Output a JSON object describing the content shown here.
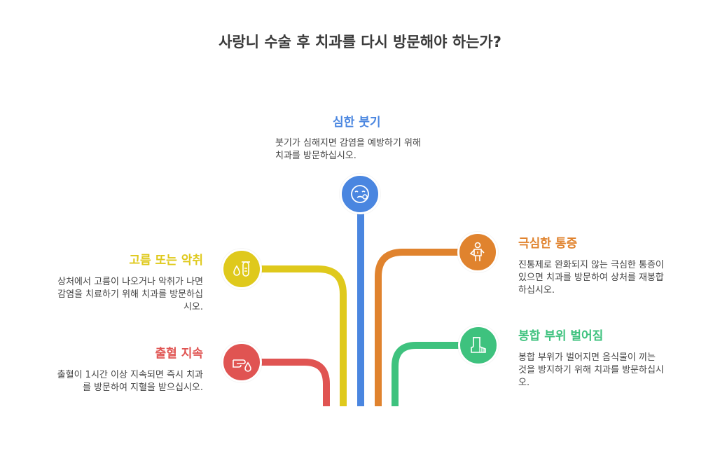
{
  "title": "사랑니 수술 후 치과를 다시 방문해야 하는가?",
  "colors": {
    "blue": "#4a86e0",
    "yellow": "#dfc91c",
    "orange": "#e0832e",
    "red": "#e05452",
    "green": "#3ec27e"
  },
  "nodes": {
    "swelling": {
      "title": "심한 붓기",
      "desc_lines": [
        "붓기가 심해지면 감염을 예방하기 위해",
        "치과를 방문하십시오."
      ],
      "icon": "swollen-face-icon"
    },
    "pus": {
      "title": "고름 또는 악취",
      "desc_lines": [
        "상처에서 고름이 나오거나 악취가 나면",
        "감염을 치료하기 위해 치과를 방문하십",
        "시오."
      ],
      "icon": "test-tube-drop-icon"
    },
    "bleeding": {
      "title": "출혈 지속",
      "desc_lines": [
        "출혈이 1시간 이상 지속되면 즉시 치과",
        "를 방문하여 지혈을 받으십시오."
      ],
      "icon": "hand-drop-icon"
    },
    "pain": {
      "title": "극심한 통증",
      "desc_lines": [
        "진통제로 완화되지 않는 극심한 통증이",
        "있으면 치과를 방문하여 상처를 재봉합",
        "하십시오."
      ],
      "icon": "person-pain-icon"
    },
    "suture": {
      "title": "봉합 부위 벌어짐",
      "desc_lines": [
        "봉합 부위가 벌어지면 음식물이 끼는",
        "것을 방지하기 위해 치과를 방문하십시",
        "오."
      ],
      "icon": "boot-stitch-icon"
    }
  }
}
